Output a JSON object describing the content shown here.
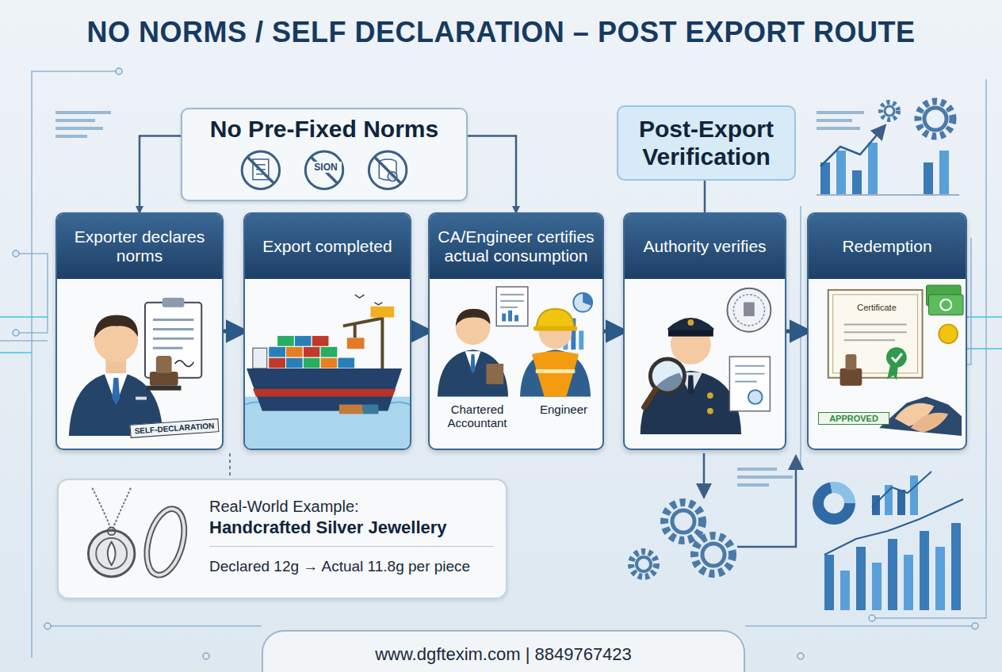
{
  "diagram": {
    "title": "NO NORMS / SELF DECLARATION – POST EXPORT ROUTE",
    "nodes": [
      {
        "text": [
          "No Pre-Fixed Norms"
        ]
      },
      {
        "text": [
          "Post-Export Verification"
        ]
      },
      {
        "text": [
          "Exporter declares norms"
        ]
      },
      {
        "text": [
          "Export completed"
        ]
      },
      {
        "text": [
          "CA/Engineer certifies actual consumption"
        ]
      },
      {
        "text": [
          "Authority verifies"
        ]
      },
      {
        "text": [
          "Redemption"
        ]
      },
      {
        "text": [
          "Real-World Example:",
          "Handcrafted Silver Jewellery",
          "Declared 12g → Actual 11.8g per piece"
        ]
      },
      {
        "text": [
          "www.dgftexim.com | 8849767423"
        ]
      }
    ],
    "edges": [
      {
        "from": 2,
        "to": 3,
        "arrow": "to"
      },
      {
        "from": 3,
        "to": 4,
        "arrow": "to"
      },
      {
        "from": 4,
        "to": 5,
        "arrow": "to"
      },
      {
        "from": 5,
        "to": 6,
        "arrow": "to"
      },
      {
        "from": 0,
        "to": 2,
        "arrow": "to"
      },
      {
        "from": 0,
        "to": 4,
        "arrow": "to"
      },
      {
        "from": 1,
        "to": 5,
        "arrow": "none"
      }
    ],
    "labels": [
      "SION",
      "SELF-DECLARATION",
      "Chartered Accountant",
      "Engineer",
      "Certificate",
      "APPROVED"
    ]
  }
}
